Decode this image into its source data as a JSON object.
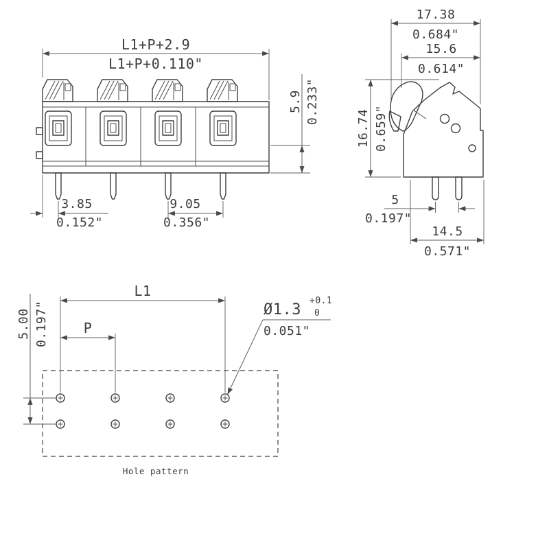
{
  "front_view": {
    "width_mm": "L1+P+2.9",
    "width_in": "L1+P+0.110\"",
    "height_mm": "5.9",
    "height_in": "0.233\"",
    "pin_offset_mm": "3.85",
    "pin_offset_in": "0.152\"",
    "pin_pitch_mm": "9.05",
    "pin_pitch_in": "0.356\""
  },
  "side_view": {
    "total_depth_mm": "17.38",
    "total_depth_in": "0.684\"",
    "body_depth_mm": "15.6",
    "body_depth_in": "0.614\"",
    "height_mm": "16.74",
    "height_in": "0.659\"",
    "pin_row_pitch_mm": "5",
    "pin_row_pitch_in": "0.197\"",
    "base_depth_mm": "14.5",
    "base_depth_in": "0.571\""
  },
  "hole_pattern": {
    "row_pitch_mm": "5.00",
    "row_pitch_in": "0.197\"",
    "length_label": "L1",
    "pitch_label": "P",
    "hole_dia_mm": "Ø1.3",
    "hole_dia_tol_upper": "+0.1",
    "hole_dia_tol_lower": "0",
    "hole_dia_in": "0.051\"",
    "caption": "Hole pattern"
  }
}
